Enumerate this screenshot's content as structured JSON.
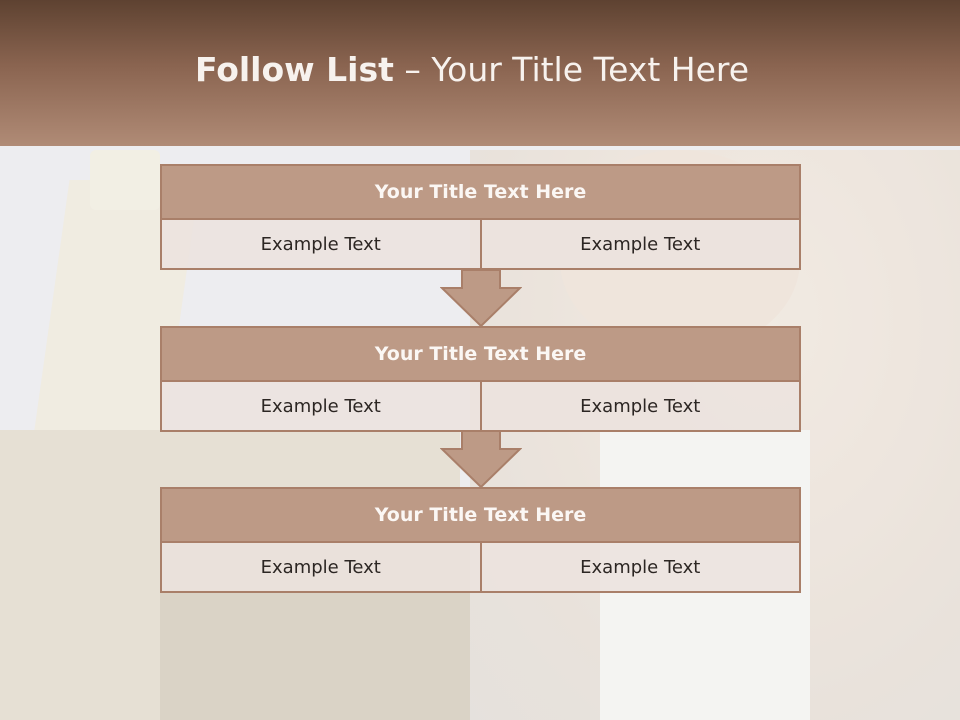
{
  "slide": {
    "title_bold": "Follow List",
    "title_rest": " – Your Title Text Here"
  },
  "steps": [
    {
      "title": "Your Title Text Here",
      "left": "Example Text",
      "right": "Example Text"
    },
    {
      "title": "Your Title Text Here",
      "left": "Example Text",
      "right": "Example Text"
    },
    {
      "title": "Your Title Text Here",
      "left": "Example Text",
      "right": "Example Text"
    }
  ],
  "colors": {
    "header_dark": "#5e4231",
    "header_light": "#b08b76",
    "block_title_fill": "#bd9a86",
    "block_border": "#a97f69",
    "arrow_fill": "#bd9a86"
  }
}
